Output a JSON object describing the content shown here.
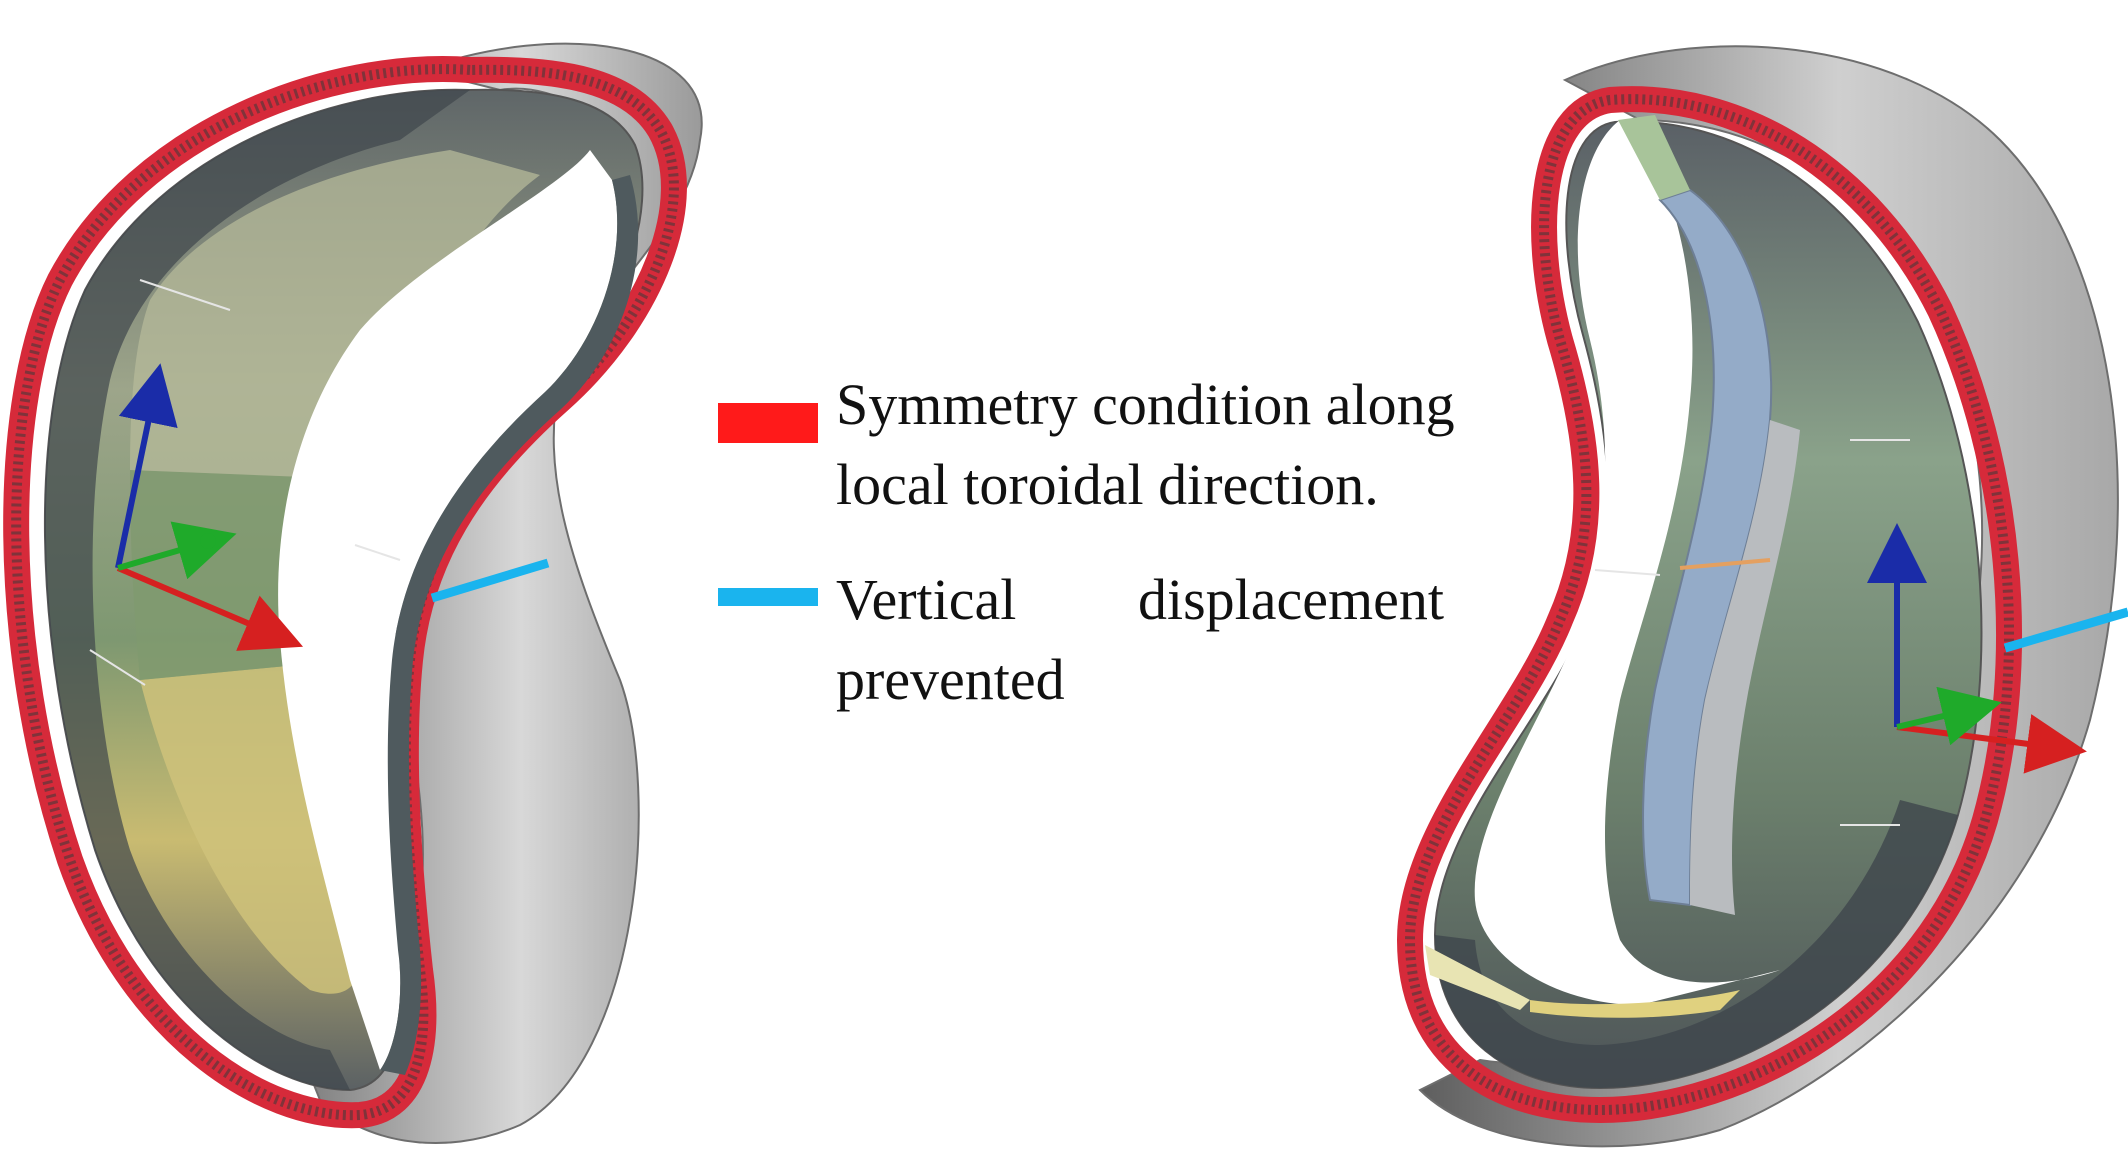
{
  "legend": {
    "items": [
      {
        "label_line1": "Symmetry condition along",
        "label_line2": "local toroidal direction.",
        "color": "#ff1a1a"
      },
      {
        "label_line1_left": "Vertical",
        "label_line1_right": "displacement",
        "label_line2": "prevented",
        "color": "#1ab4ee"
      }
    ]
  },
  "colors": {
    "shell_outer": "#c8c8c8",
    "shell_inner_rim": "#e0e0e0",
    "symmetry_band": "#d62a3a",
    "panel_yellow": "#cfc27a",
    "panel_green": "#7f9a6f",
    "panel_dark": "#4b5560",
    "panel_blue": "#94abc8",
    "axis_x": "#d62020",
    "axis_y": "#1faa2a",
    "axis_z": "#1a2ca8"
  }
}
